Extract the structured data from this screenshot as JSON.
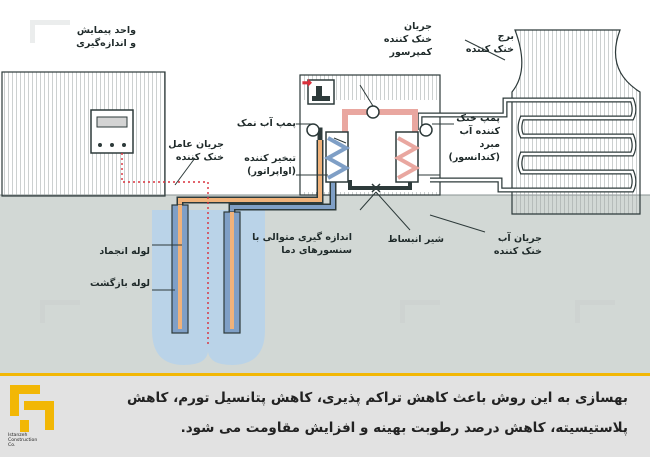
{
  "labels": {
    "measure_unit": [
      "واحد پیمایش",
      "و اندازه‌گیری"
    ],
    "working_fluid": [
      "جریان عامل",
      "خنک کننده"
    ],
    "compressor_flow": [
      "جریان",
      "خنک کننده",
      "کمپرسور"
    ],
    "brine_pump": "پمپ آب نمک",
    "evaporator": [
      "تبخیر کننده",
      "(اواپراتور)"
    ],
    "cooling_pump": [
      "پمپ خنک",
      "کننده آب",
      "مبرد",
      "(کندانسور)"
    ],
    "cooling_tower": [
      "برج",
      "خنک کننده"
    ],
    "expansion_valve": "شیر انبساط",
    "water_flow": [
      "جریان آب",
      "خنک کننده"
    ],
    "continuous_measure": [
      "اندازه گیری متوالی با",
      "سنسورهای دما"
    ],
    "freeze_pipe": "لوله انجماد",
    "return_pipe": "لوله بازگشت"
  },
  "caption": [
    "بهسازی به این روش باعث کاهش تراکم پذیری، کاهش پتانسیل تورم، کاهش",
    "پلاستیسیته، کاهش درصد رطوبت بهینه و افزایش مقاومت می شود."
  ],
  "logo": {
    "line1": "Istanzeh",
    "line2": "Construction",
    "line3": "Co."
  },
  "colors": {
    "ground": "#d2d8d5",
    "brine_hot": "#f0b27a",
    "brine_cold": "#7f9fc6",
    "refrigerant": "#e9a7a0",
    "accent": "#f2b705",
    "sensor_line": "#d9303b"
  }
}
